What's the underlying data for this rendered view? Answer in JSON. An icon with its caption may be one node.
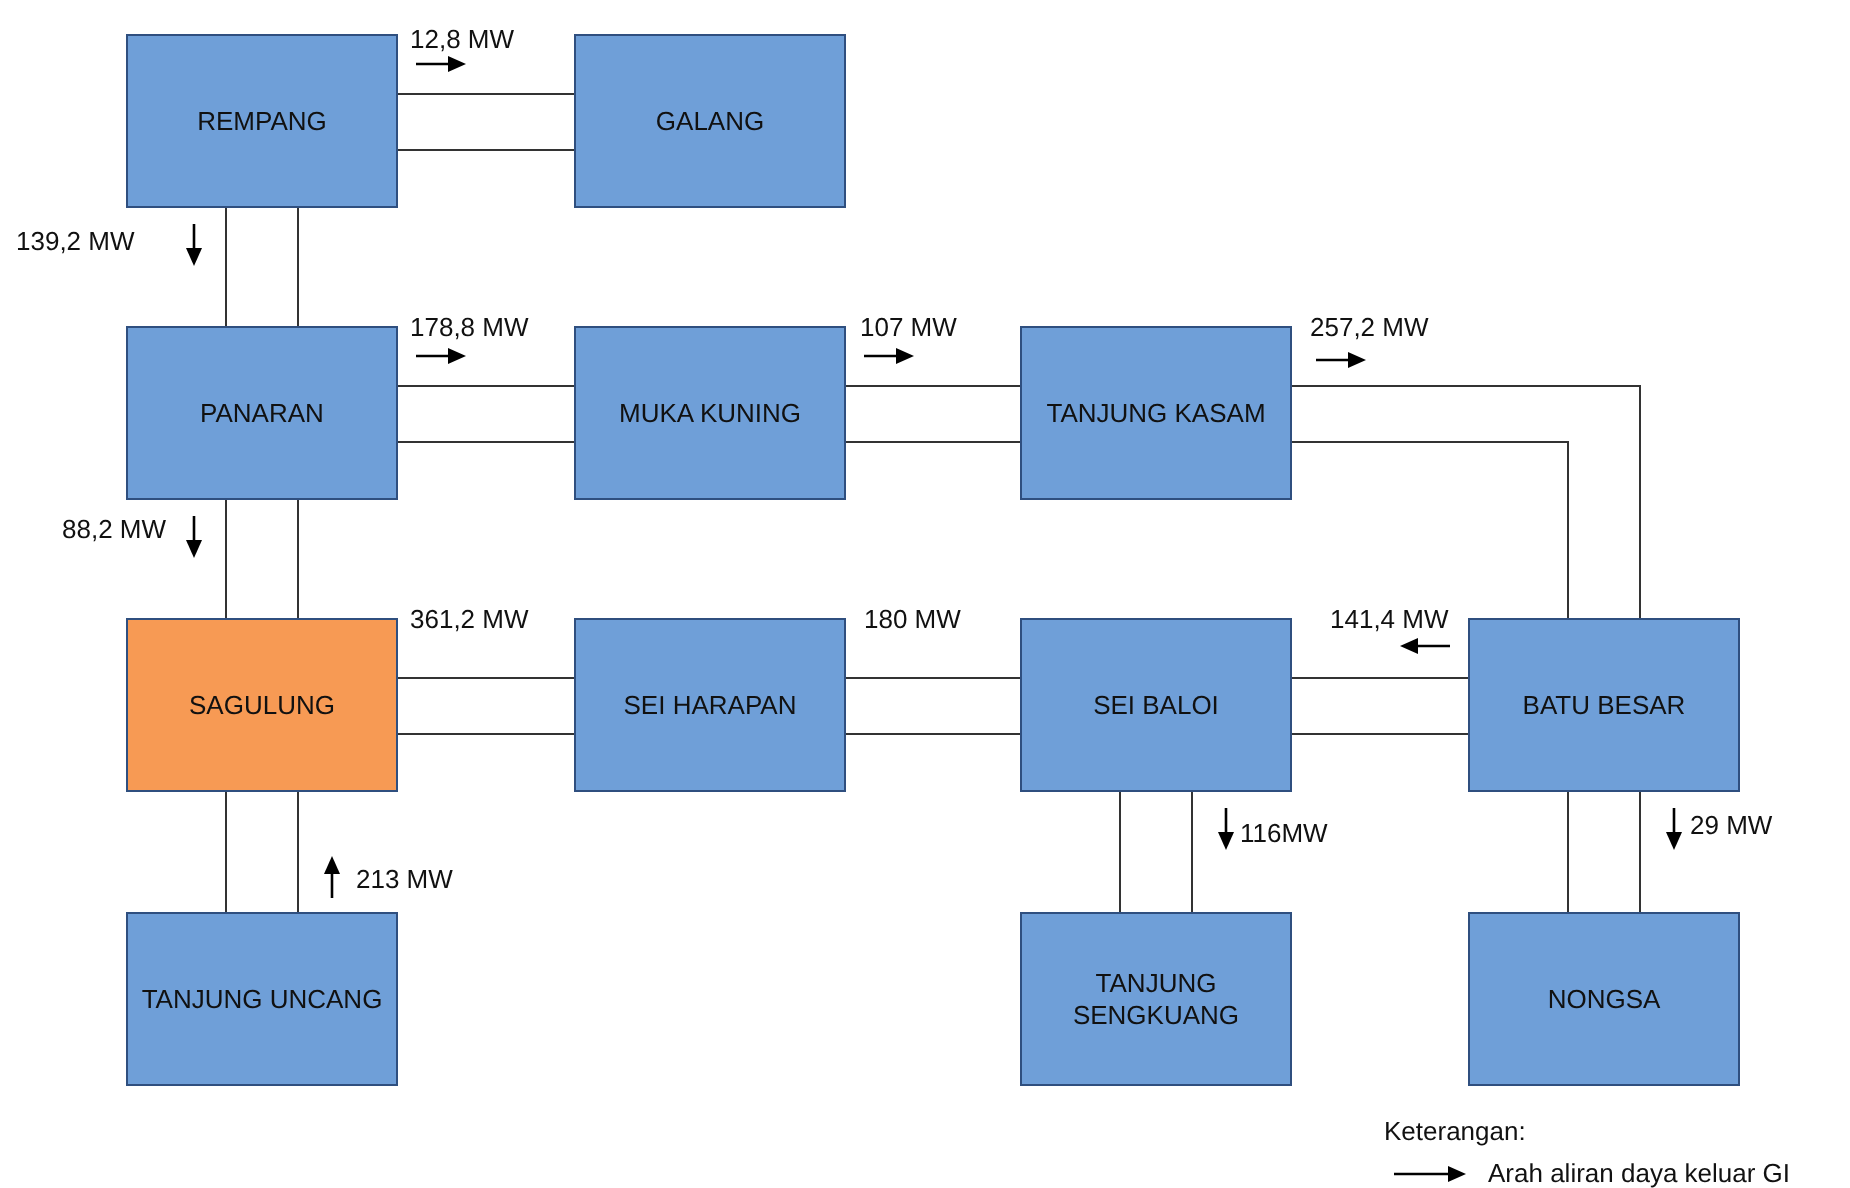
{
  "diagram": {
    "nodes": [
      {
        "text": [
          "REMPANG"
        ]
      },
      {
        "text": [
          "GALANG"
        ]
      },
      {
        "text": [
          "PANARAN"
        ]
      },
      {
        "text": [
          "MUKA KUNING"
        ]
      },
      {
        "text": [
          "TANJUNG KASAM"
        ]
      },
      {
        "text": [
          "SAGULUNG"
        ]
      },
      {
        "text": [
          "SEI HARAPAN"
        ]
      },
      {
        "text": [
          "SEI BALOI"
        ]
      },
      {
        "text": [
          "BATU BESAR"
        ]
      },
      {
        "text": [
          "TANJUNG UNCANG"
        ]
      },
      {
        "text": [
          "TANJUNG SENGKUANG"
        ]
      },
      {
        "text": [
          "NONGSA"
        ]
      }
    ],
    "edges": [
      {
        "from": 0,
        "to": 1,
        "arrow": "none"
      },
      {
        "from": 0,
        "to": 1,
        "arrow": "none"
      },
      {
        "from": 0,
        "to": 2,
        "arrow": "none"
      },
      {
        "from": 0,
        "to": 2,
        "arrow": "none"
      },
      {
        "from": 2,
        "to": 3,
        "arrow": "none"
      },
      {
        "from": 2,
        "to": 3,
        "arrow": "none"
      },
      {
        "from": 3,
        "to": 4,
        "arrow": "none"
      },
      {
        "from": 3,
        "to": 4,
        "arrow": "none"
      },
      {
        "from": 4,
        "to": 8,
        "arrow": "none"
      },
      {
        "from": 4,
        "to": 8,
        "arrow": "none"
      },
      {
        "from": 2,
        "to": 5,
        "arrow": "none"
      },
      {
        "from": 2,
        "to": 5,
        "arrow": "none"
      },
      {
        "from": 5,
        "to": 6,
        "arrow": "none"
      },
      {
        "from": 5,
        "to": 6,
        "arrow": "none"
      },
      {
        "from": 6,
        "to": 7,
        "arrow": "none"
      },
      {
        "from": 6,
        "to": 7,
        "arrow": "none"
      },
      {
        "from": 7,
        "to": 8,
        "arrow": "none"
      },
      {
        "from": 7,
        "to": 8,
        "arrow": "none"
      },
      {
        "from": 5,
        "to": 9,
        "arrow": "none"
      },
      {
        "from": 5,
        "to": 9,
        "arrow": "none"
      },
      {
        "from": 7,
        "to": 10,
        "arrow": "none"
      },
      {
        "from": 7,
        "to": 10,
        "arrow": "none"
      },
      {
        "from": 8,
        "to": 11,
        "arrow": "none"
      },
      {
        "from": 8,
        "to": 11,
        "arrow": "none"
      }
    ],
    "labels": [
      "12,8 MW",
      "139,2 MW",
      "178,8 MW",
      "107 MW",
      "257,2 MW",
      "88,2 MW",
      "361,2 MW",
      "180 MW",
      "141,4 MW",
      "116MW",
      "29 MW",
      "213 MW",
      "Keterangan:"
    ],
    "legend": [
      {
        "text": "Arah aliran daya keluar GI"
      }
    ]
  }
}
